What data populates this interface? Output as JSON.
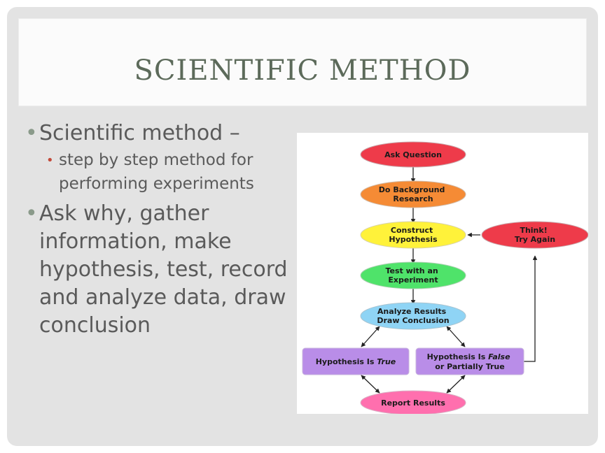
{
  "slide": {
    "title": "SCIENTIFIC METHOD"
  },
  "bullets": [
    {
      "text": "Scientific method –",
      "sub": "step by step method for performing experiments"
    },
    {
      "text": "Ask why, gather information, make hypothesis, test, record and analyze data, draw conclusion"
    }
  ],
  "flowchart": {
    "ask": [
      "Ask Question"
    ],
    "background": [
      "Do Background",
      "Research"
    ],
    "hypothesis": [
      "Construct",
      "Hypothesis"
    ],
    "think": [
      "Think!",
      "Try Again"
    ],
    "test": [
      "Test with an",
      "Experiment"
    ],
    "analyze": [
      "Analyze Results",
      "Draw Conclusion"
    ],
    "true_prefix": "Hypothesis Is ",
    "true_word": "True",
    "false_prefix": "Hypothesis Is ",
    "false_word": "False",
    "false_line2": "or Partially True",
    "report": [
      "Report Results"
    ]
  },
  "colors": {
    "red": "#ee3b4a",
    "orange": "#f58b35",
    "yellow": "#fff23a",
    "green": "#4fe36a",
    "blue": "#8fd4f5",
    "purple": "#b98de8",
    "pink": "#ff6fae"
  }
}
